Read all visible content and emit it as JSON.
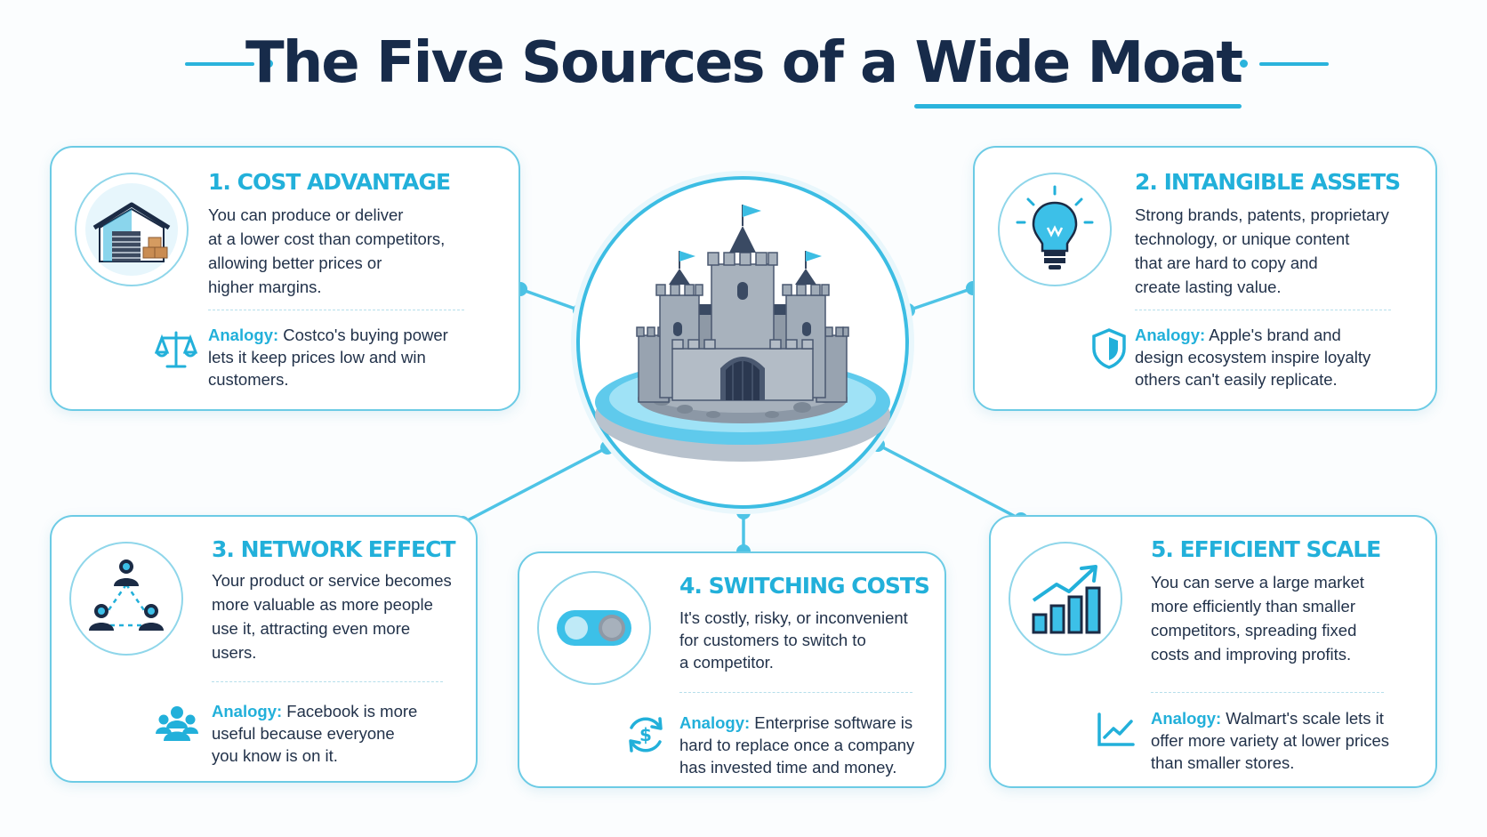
{
  "title": {
    "main": "The Five Sources of a",
    "highlight": "Wide Moat"
  },
  "center_image": "castle-with-moat",
  "colors": {
    "accent": "#22b0da",
    "navy": "#172b4a",
    "border": "#6ccbe5"
  },
  "cards": [
    {
      "heading": "1. COST ADVANTAGE",
      "icon": "warehouse-icon",
      "desc": [
        "You can produce or deliver",
        "at a lower cost than competitors,",
        "allowing better prices or",
        "higher margins."
      ],
      "analogy_label": "Analogy:",
      "analogy_icon": "scales-icon",
      "analogy_lines": [
        " Costco's buying power",
        "lets it keep prices low and win",
        "customers."
      ]
    },
    {
      "heading": "2. INTANGIBLE ASSETS",
      "icon": "lightbulb-icon",
      "desc": [
        "Strong brands, patents, proprietary",
        "technology, or unique content",
        "that are hard to copy and",
        "create lasting value."
      ],
      "analogy_label": "Analogy:",
      "analogy_icon": "shield-icon",
      "analogy_lines": [
        " Apple's brand and",
        "design ecosystem inspire loyalty",
        "others can't easily replicate."
      ]
    },
    {
      "heading": "3. NETWORK EFFECT",
      "icon": "network-users-icon",
      "desc": [
        "Your product or service becomes",
        "more valuable as more people",
        "use it, attracting even more",
        "users."
      ],
      "analogy_label": "Analogy:",
      "analogy_icon": "group-icon",
      "analogy_lines": [
        " Facebook is more",
        "useful because everyone",
        "you know is on it."
      ]
    },
    {
      "heading": "4. SWITCHING COSTS",
      "icon": "toggle-icon",
      "desc": [
        "It's costly, risky, or inconvenient",
        "for customers to switch to",
        "a competitor."
      ],
      "analogy_label": "Analogy:",
      "analogy_icon": "dollar-cycle-icon",
      "analogy_lines": [
        " Enterprise software is",
        "hard to replace once a company",
        "has invested time and money."
      ]
    },
    {
      "heading": "5. EFFICIENT SCALE",
      "icon": "bar-growth-icon",
      "desc": [
        "You can serve a large market",
        "more efficiently than smaller",
        "competitors, spreading fixed",
        "costs and improving profits."
      ],
      "analogy_label": "Analogy:",
      "analogy_icon": "trend-line-icon",
      "analogy_lines": [
        " Walmart's scale lets it",
        "offer more variety at lower prices",
        "than smaller stores."
      ]
    }
  ]
}
